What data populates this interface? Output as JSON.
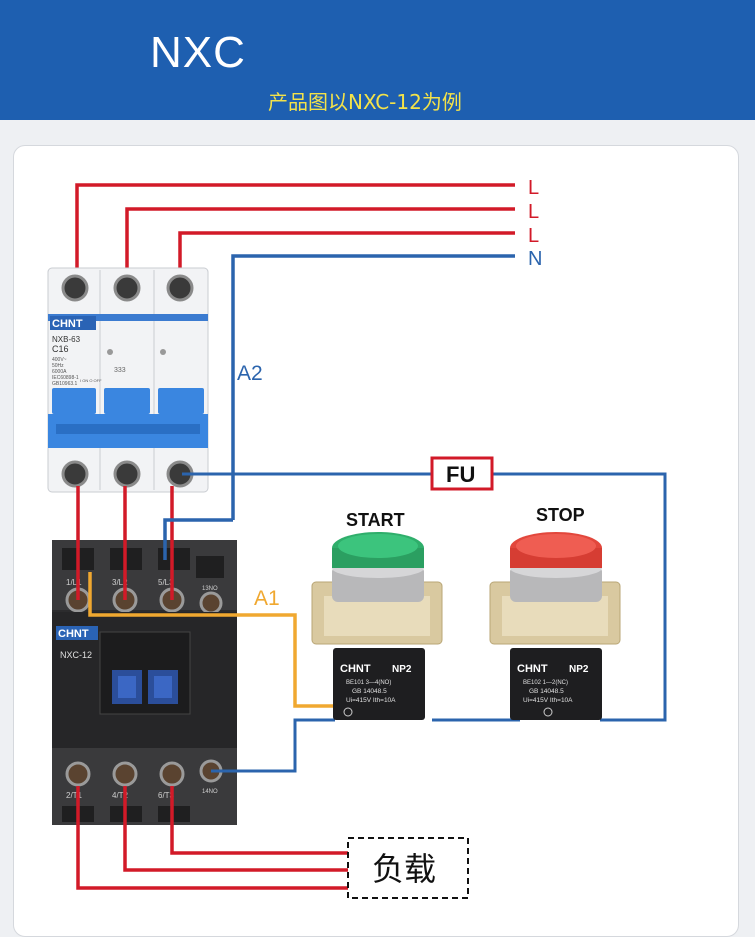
{
  "header": {
    "title": "NXC",
    "subtitle": "产品图以NXC-12为例"
  },
  "lines": {
    "l1": "L",
    "l2": "L",
    "l3": "L",
    "n": "N"
  },
  "wire_labels": {
    "a1": "A1",
    "a2": "A2",
    "fu": "FU"
  },
  "breaker": {
    "brand": "CHNT",
    "model": "NXB-63",
    "rating": "C16",
    "spec1": "400V~",
    "spec2": "50Hz",
    "spec3": "6000A",
    "std1": "IEC60898-1",
    "std2": "GB10963.1",
    "on_off": "I ON  O OFF",
    "code": "333"
  },
  "contactor": {
    "brand": "CHNT",
    "model": "NXC-12",
    "t1": "1/L1",
    "t2": "3/L2",
    "t3": "5/L3",
    "t4": "13NO",
    "t5": "2/T1",
    "t6": "4/T2",
    "t7": "6/T3",
    "t8": "14NO",
    "t9": "A1",
    "t10": "A2"
  },
  "start_button": {
    "label": "START",
    "brand": "CHNT",
    "model": "NP2",
    "line1": "BE101 3—4(NO)",
    "line2": "GB 14048.5",
    "line3": "Ui=415V  Ith=10A"
  },
  "stop_button": {
    "label": "STOP",
    "brand": "CHNT",
    "model": "NP2",
    "line1": "BE102 1—2(NC)",
    "line2": "GB 14048.5",
    "line3": "Ui=415V  Ith=10A"
  },
  "load": {
    "label": "负载"
  },
  "colors": {
    "header": "#1e5fb0",
    "subtitle": "#f3e24a",
    "red_wire": "#d21a28",
    "blue_wire": "#2b64ad",
    "orange_wire": "#f0a830",
    "fuse_box": "#d21a28",
    "start_cap": "#2fae6b",
    "stop_cap": "#e2473c"
  }
}
